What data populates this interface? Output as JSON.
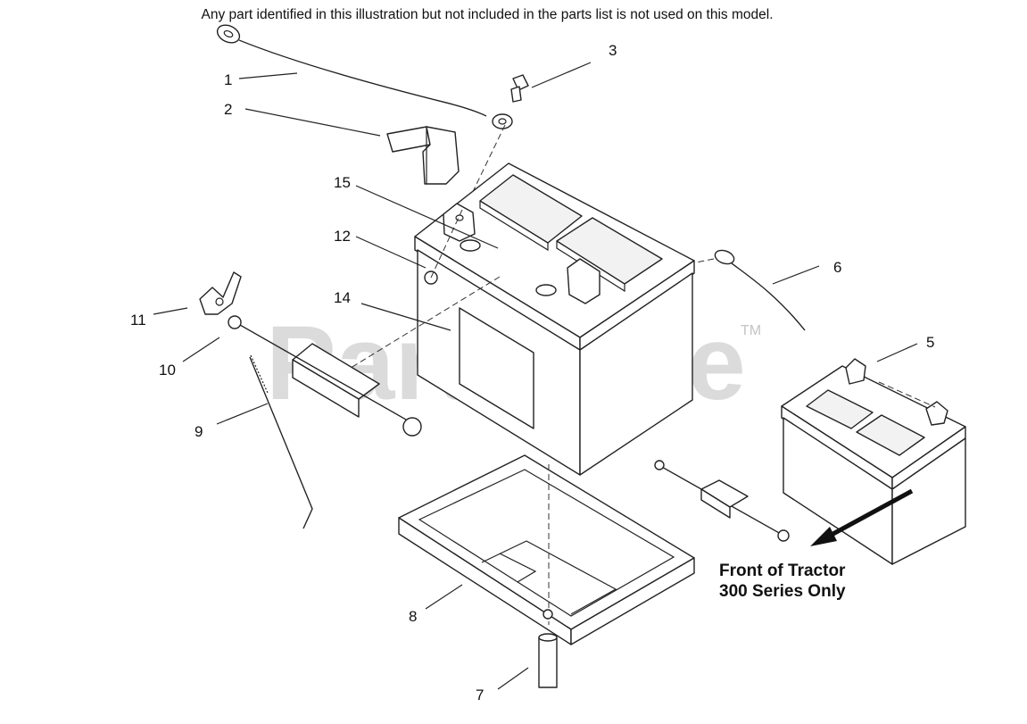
{
  "disclaimer": "Any part identified in this illustration but not included in the parts list is not used on this model.",
  "watermark": {
    "text": "PartsTree",
    "mark": "TM"
  },
  "callouts": [
    "1",
    "2",
    "3",
    "5",
    "6",
    "7",
    "8",
    "9",
    "10",
    "11",
    "12",
    "14",
    "15"
  ],
  "note": {
    "line1": "Front of Tractor",
    "line2": "300 Series Only"
  },
  "colors": {
    "ink": "#222222",
    "watermark": "#cfcfcf",
    "background": "#ffffff"
  }
}
